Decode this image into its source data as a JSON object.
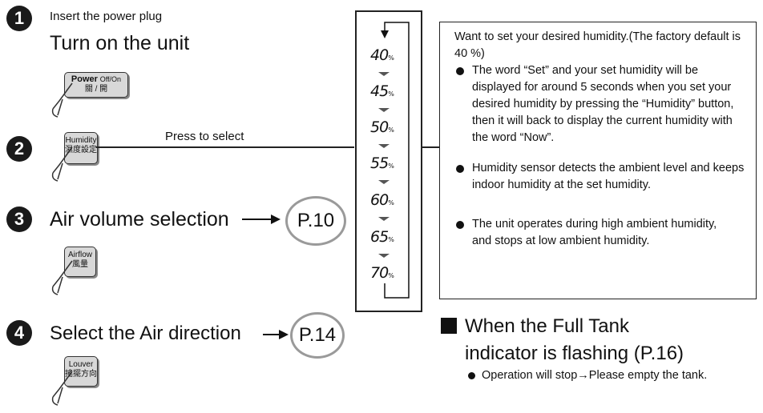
{
  "step1": {
    "number": "1",
    "hint": "Insert the power plug",
    "title": "Turn on the unit",
    "button_line1": "Power",
    "button_line1b": "Off/On",
    "button_line2": "關 / 開",
    "button_icon": "hand-pointer-icon"
  },
  "step2": {
    "number": "2",
    "button_line1": "Humidity",
    "button_line2": "濕度設定",
    "press_label": "Press to select",
    "button_icon": "hand-pointer-icon"
  },
  "step3": {
    "number": "3",
    "title": "Air volume selection",
    "page_ref": "P.10",
    "button_line1": "Airflow",
    "button_line2": "風量",
    "button_icon": "hand-pointer-icon"
  },
  "step4": {
    "number": "4",
    "title": "Select the Air direction",
    "page_ref": "P.14",
    "button_line1": "Louver",
    "button_line2": "搖擺方向",
    "button_icon": "hand-pointer-icon"
  },
  "humidity_levels": [
    "40",
    "45",
    "50",
    "55",
    "60",
    "65",
    "70"
  ],
  "humidity_unit": "%",
  "info": {
    "intro": "Want to set your desired humidity.(The factory default is 40 %)",
    "bullets": [
      "The word “Set” and your set humidity will be displayed for around 5 seconds when you set your desired humidity by pressing the “Humidity” button, then it will back to display the current humidity with the word “Now”.",
      "Humidity sensor detects the ambient level and keeps indoor humidity at the set humidity.",
      "The unit operates during high ambient humidity, and stops at low ambient humidity."
    ]
  },
  "full_tank": {
    "heading_line1": "When the Full Tank",
    "heading_line2": "indicator is flashing (P.16)",
    "bullet": "Operation will stop→Please empty the tank."
  }
}
